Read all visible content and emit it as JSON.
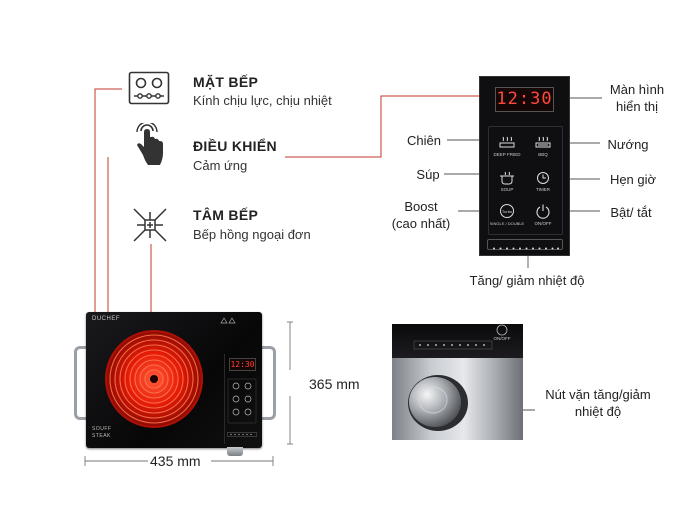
{
  "features": [
    {
      "title": "MẶT BẾP",
      "subtitle": "Kính chịu lực, chịu nhiệt",
      "icon": "cooktop-icon"
    },
    {
      "title": "ĐIỀU KHIỂN",
      "subtitle": "Cảm ứng",
      "icon": "touch-hand-icon"
    },
    {
      "title": "TÂM BẾP",
      "subtitle": "Bếp hồng ngoại đơn",
      "icon": "heat-burst-icon"
    }
  ],
  "panel": {
    "display_time": "12:30",
    "buttons": [
      {
        "name": "deep-fried",
        "caption": "DEEP FRIED",
        "label": "Chiên",
        "icon": "fry-icon"
      },
      {
        "name": "bbq",
        "caption": "BBQ",
        "label": "Nướng",
        "icon": "grill-icon"
      },
      {
        "name": "soup",
        "caption": "SOUP",
        "label": "Súp",
        "icon": "pot-icon"
      },
      {
        "name": "timer",
        "caption": "TIMER",
        "label": "Hẹn giờ",
        "icon": "clock-icon"
      },
      {
        "name": "boost",
        "caption": "SINGLE / DOUBLE",
        "label": "Boost\n(cao nhất)",
        "icon": "turbo-icon"
      },
      {
        "name": "power",
        "caption": "ON/OFF",
        "label": "Bật/ tắt",
        "icon": "power-icon"
      }
    ],
    "display_label": "Màn hình\nhiển thị",
    "slider_label": "Tăng/ giảm nhiệt độ"
  },
  "product": {
    "brand": "DUCHEF",
    "model_line1": "SOUFF",
    "model_line2": "STEAK",
    "display_time": "12:30",
    "height": "365 mm",
    "width": "435 mm"
  },
  "closeup": {
    "onoff_caption": "ON/OFF",
    "knob_label": "Nút vặn tăng/giảm\nnhiệt độ"
  },
  "colors": {
    "accent_line": "#c0392b",
    "glass": "#0d0d0f",
    "led": "#ff3322",
    "burner": "#ff2a10"
  }
}
